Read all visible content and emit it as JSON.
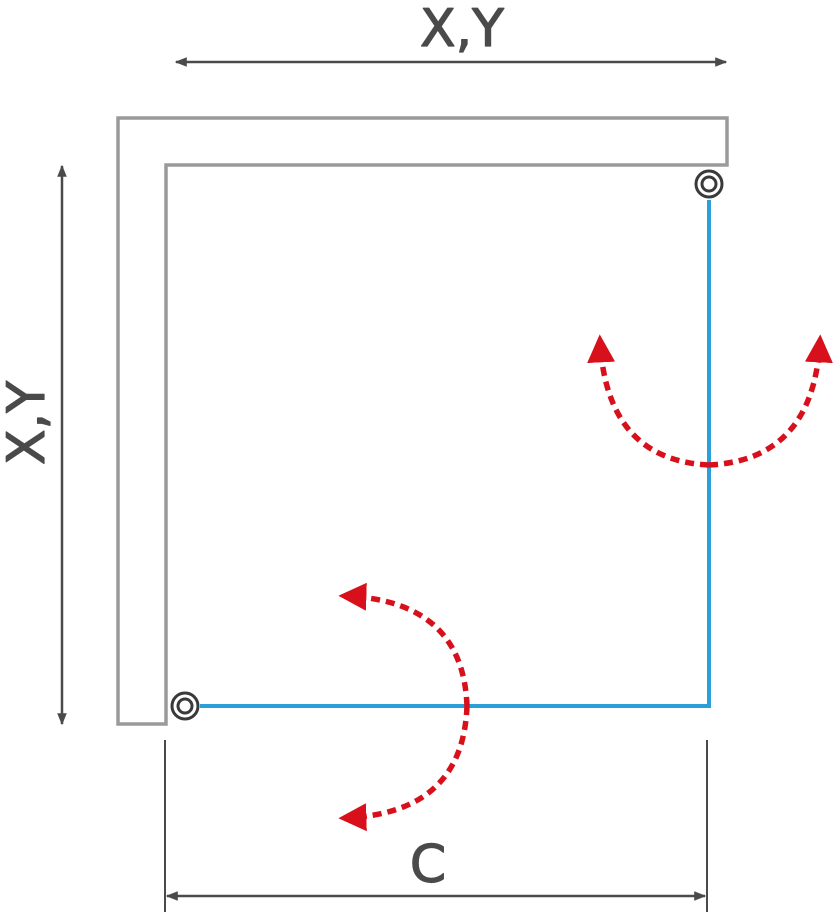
{
  "diagram": {
    "top_dimension_label": "X,Y",
    "left_dimension_label": "X,Y",
    "bottom_dimension_label": "C"
  },
  "colors": {
    "wall": "#9a9a9a",
    "dimension": "#4a4a4a",
    "glass_door": "#2a9fd8",
    "swing_arrow": "#d7101c",
    "hinge": "#3a3a3a",
    "background": "#ffffff"
  }
}
